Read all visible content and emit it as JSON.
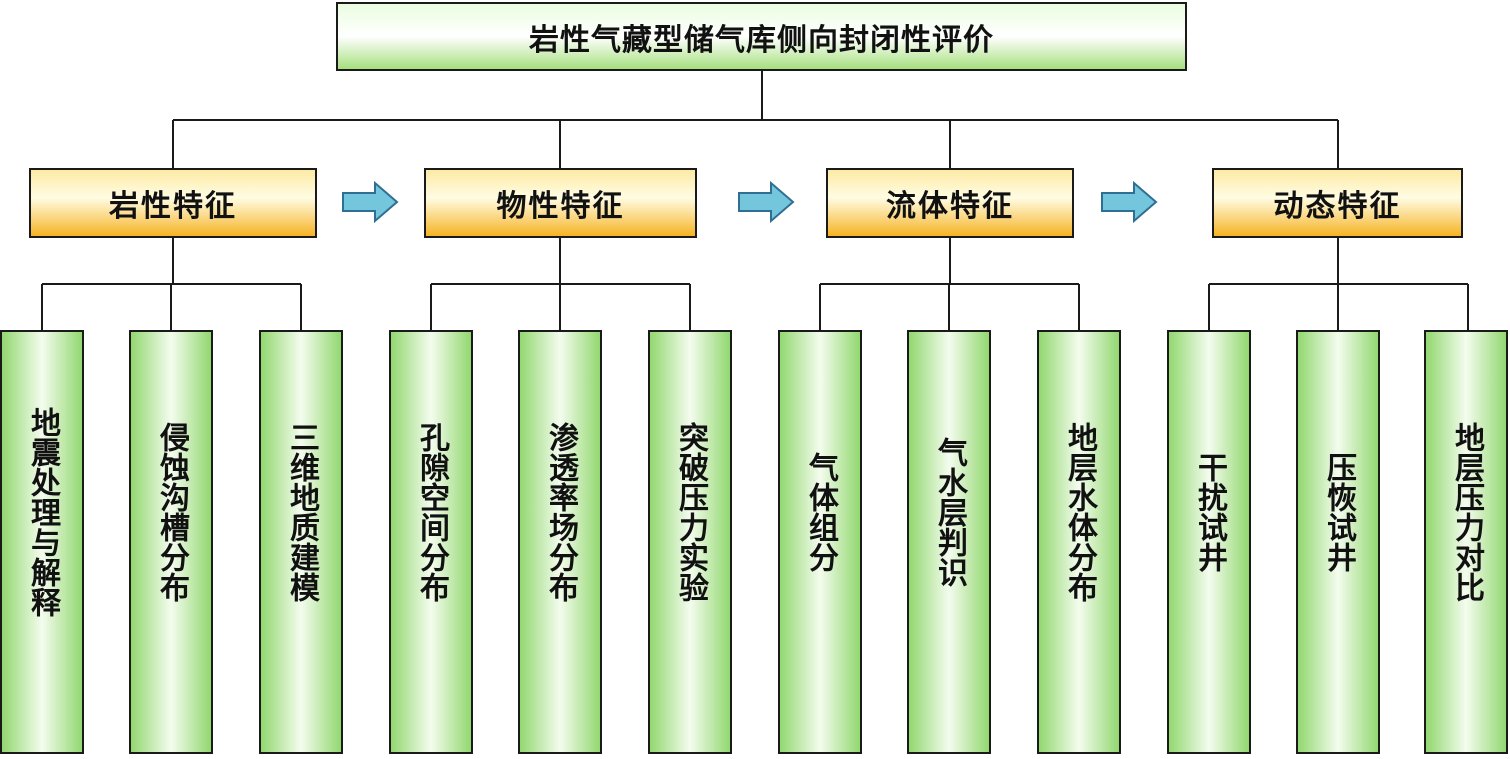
{
  "root": {
    "label": "岩性气藏型储气库侧向封闭性评价"
  },
  "categories": [
    {
      "label": "岩性特征",
      "items": [
        "地震处理与解释",
        "侵蚀沟槽分布",
        "三维地质建模"
      ]
    },
    {
      "label": "物性特征",
      "items": [
        "孔隙空间分布",
        "渗透率场分布",
        "突破压力实验"
      ]
    },
    {
      "label": "流体特征",
      "items": [
        "气体组分",
        "气水层判识",
        "地层水体分布"
      ]
    },
    {
      "label": "动态特征",
      "items": [
        "干扰试井",
        "压恢试井",
        "地层压力对比"
      ]
    }
  ],
  "colors": {
    "root_fill": "#a6e07e",
    "category_fill": "#f6b324",
    "leaf_fill": "#92d870",
    "arrow_fill": "#74c6dc",
    "line": "#1a1a1a"
  }
}
